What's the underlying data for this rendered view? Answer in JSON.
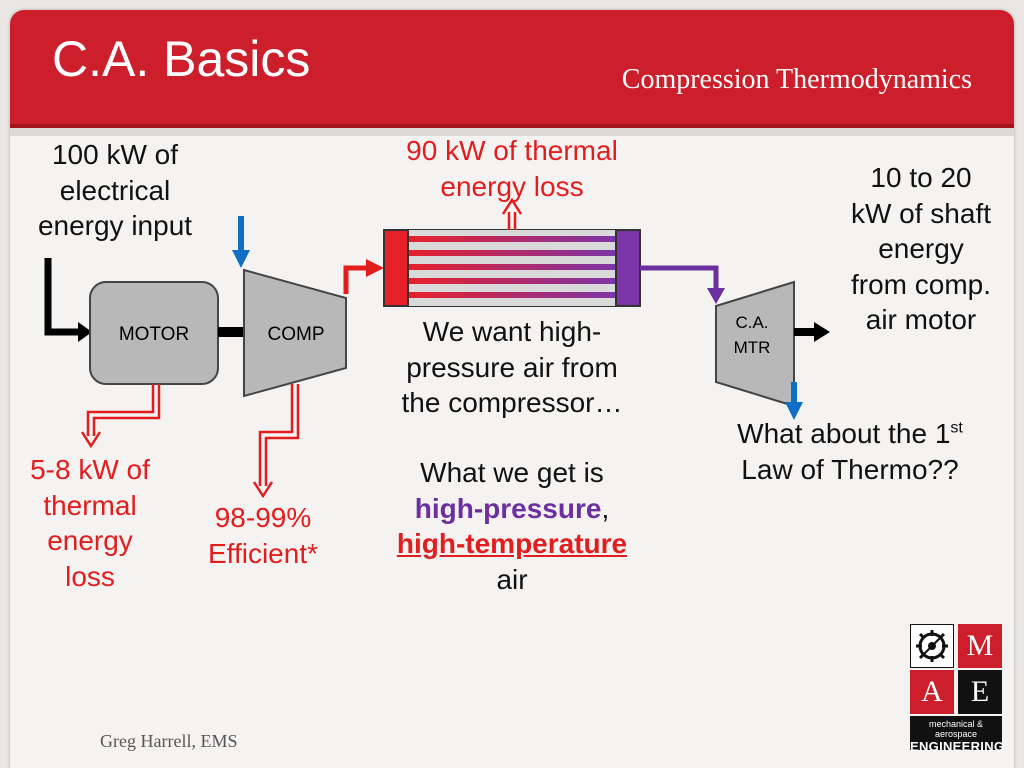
{
  "slide": {
    "title": "C.A. Basics",
    "subtitle": "Compression Thermodynamics",
    "footer": "Greg Harrell, EMS"
  },
  "components": {
    "motor_label": "MOTOR",
    "compressor_label": "COMP",
    "air_motor_label_line1": "C.A.",
    "air_motor_label_line2": "MTR"
  },
  "labels": {
    "electrical_input": [
      "100 kW of",
      "electrical",
      "energy input"
    ],
    "thermal_loss_cooler": [
      "90 kW of thermal",
      "energy loss"
    ],
    "shaft_energy": [
      "10 to 20",
      "kW of shaft",
      "energy",
      "from comp.",
      "air motor"
    ],
    "motor_loss": [
      "5-8 kW of",
      "thermal",
      "energy",
      "loss"
    ],
    "efficiency": [
      "98-99%",
      "Efficient*"
    ],
    "want_statement": [
      "We want high-",
      "pressure air from",
      "the compressor…"
    ],
    "get_statement": {
      "line1": "What we get is",
      "high_pressure": "high-pressure",
      "comma": ",",
      "high_temperature": "high-temperature",
      "air": "air"
    },
    "first_law": {
      "prefix": "What about the 1",
      "sup": "st",
      "line2": "Law of Thermo??"
    }
  },
  "logo": {
    "letters": [
      "M",
      "A",
      "E"
    ],
    "tagline_line1": "mechanical & aerospace",
    "tagline_line2": "ENGINEERING"
  },
  "colors": {
    "header_red": "#cc1f2b",
    "heat_red": "#e11d1d",
    "purple": "#6b2fa0",
    "water_blue": "#0f6fc6",
    "component_gray": "#b8b8b8"
  }
}
